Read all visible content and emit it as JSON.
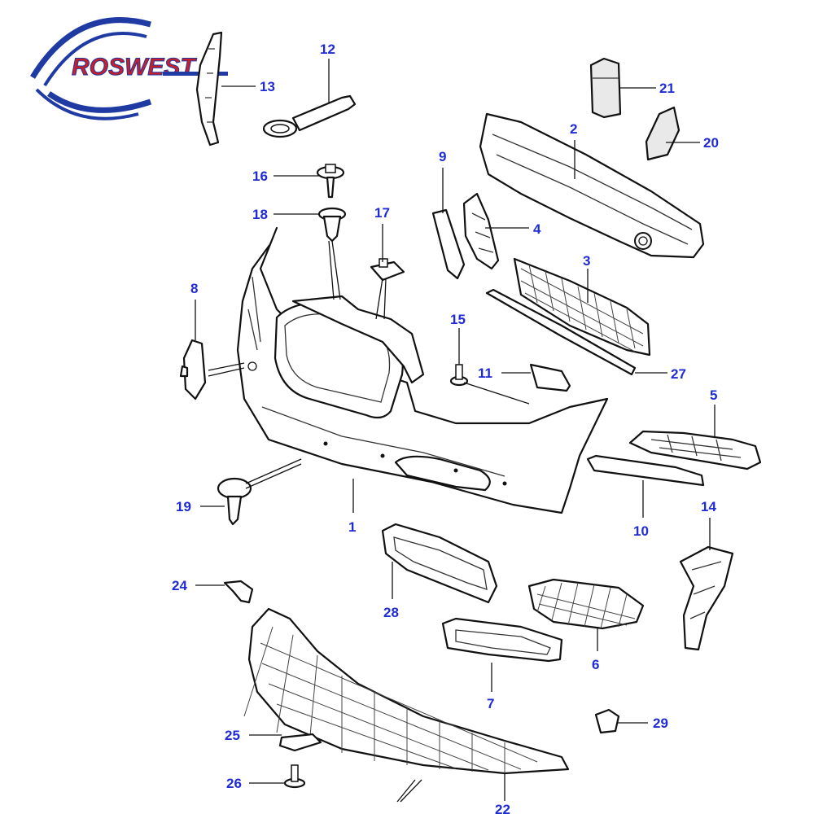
{
  "logo": {
    "text": "ROSWEST",
    "colors": {
      "arc": "#1f3aa3",
      "text_red": "#c81e2a",
      "text_blue": "#1f3aa3"
    }
  },
  "accent_color": "#1f2bd6",
  "callouts": [
    "12",
    "13",
    "21",
    "2",
    "20",
    "16",
    "9",
    "18",
    "17",
    "4",
    "3",
    "8",
    "15",
    "11",
    "27",
    "5",
    "19",
    "1",
    "10",
    "14",
    "24",
    "28",
    "6",
    "7",
    "29",
    "25",
    "26",
    "22"
  ]
}
